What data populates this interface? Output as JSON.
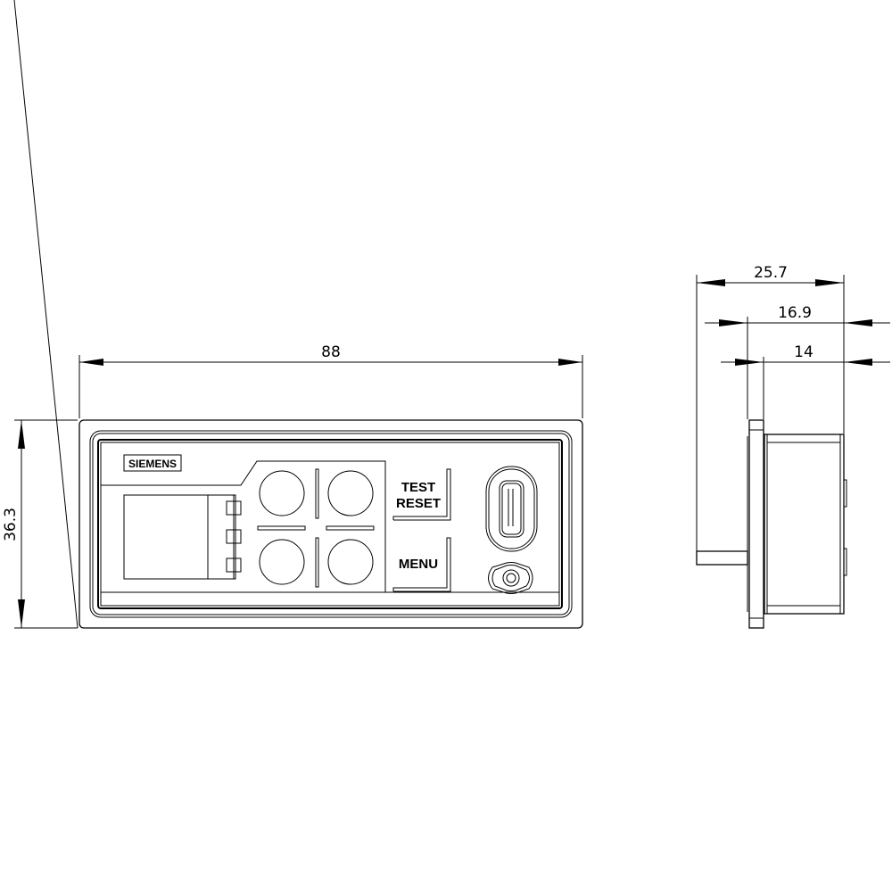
{
  "drawing": {
    "type": "technical dimension drawing",
    "brand": "SIEMENS",
    "front_view": {
      "buttons": [
        "TEST",
        "RESET",
        "MENU"
      ],
      "test_label": "TEST",
      "reset_label": "RESET",
      "menu_label": "MENU"
    },
    "dimensions": {
      "width": "88",
      "height": "36.3",
      "depth_total": "25.7",
      "depth_body": "16.9",
      "depth_inner": "14"
    }
  }
}
